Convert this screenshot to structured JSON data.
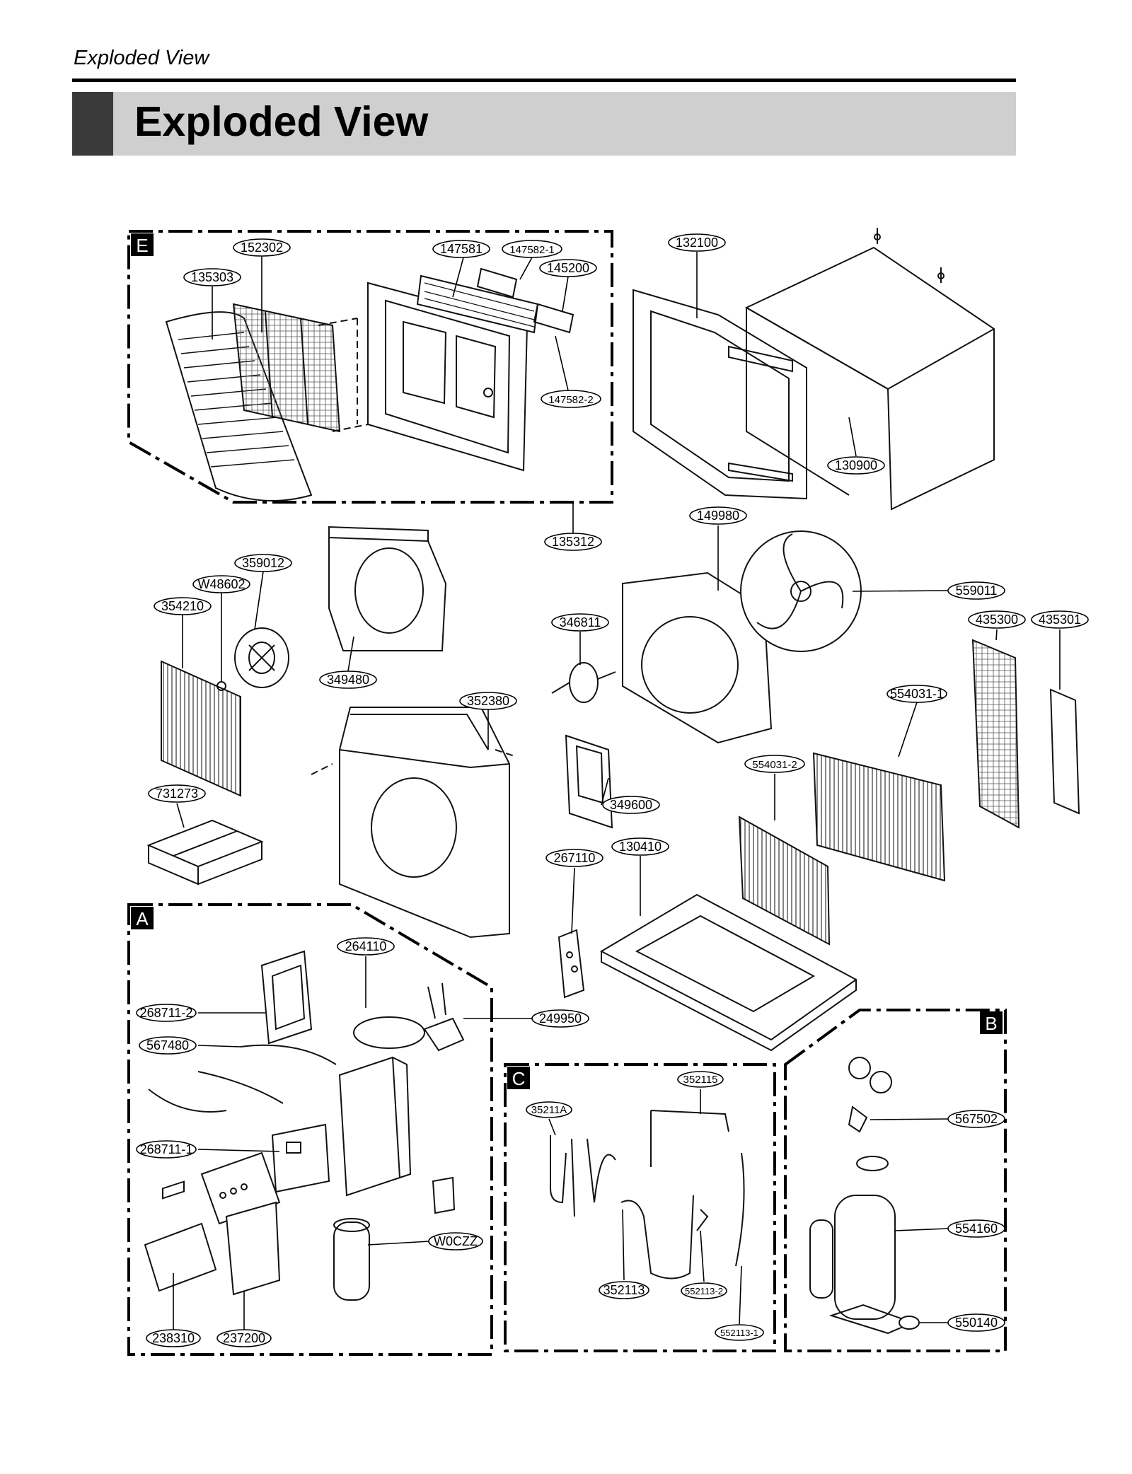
{
  "running_head": "Exploded View",
  "page_title": "Exploded View",
  "sections": {
    "E": "E",
    "A": "A",
    "B": "B",
    "C": "C"
  },
  "callouts": [
    {
      "id": "152302",
      "text": "152302"
    },
    {
      "id": "135303",
      "text": "135303"
    },
    {
      "id": "147581",
      "text": "147581"
    },
    {
      "id": "147582-1",
      "text": "147582-1"
    },
    {
      "id": "145200",
      "text": "145200"
    },
    {
      "id": "147582-2",
      "text": "147582-2"
    },
    {
      "id": "132100",
      "text": "132100"
    },
    {
      "id": "130900",
      "text": "130900"
    },
    {
      "id": "135312",
      "text": "135312"
    },
    {
      "id": "149980",
      "text": "149980"
    },
    {
      "id": "359012",
      "text": "359012"
    },
    {
      "id": "W48602",
      "text": "W48602"
    },
    {
      "id": "354210",
      "text": "354210"
    },
    {
      "id": "349480",
      "text": "349480"
    },
    {
      "id": "346811",
      "text": "346811"
    },
    {
      "id": "559011",
      "text": "559011"
    },
    {
      "id": "435300",
      "text": "435300"
    },
    {
      "id": "435301",
      "text": "435301"
    },
    {
      "id": "352380",
      "text": "352380"
    },
    {
      "id": "554031-1",
      "text": "554031-1"
    },
    {
      "id": "554031-2",
      "text": "554031-2"
    },
    {
      "id": "349600",
      "text": "349600"
    },
    {
      "id": "731273",
      "text": "731273"
    },
    {
      "id": "267110",
      "text": "267110"
    },
    {
      "id": "130410",
      "text": "130410"
    },
    {
      "id": "264110",
      "text": "264110"
    },
    {
      "id": "268711-2",
      "text": "268711-2"
    },
    {
      "id": "249950",
      "text": "249950"
    },
    {
      "id": "567480",
      "text": "567480"
    },
    {
      "id": "352115",
      "text": "352115"
    },
    {
      "id": "35211A",
      "text": "35211A"
    },
    {
      "id": "567502",
      "text": "567502"
    },
    {
      "id": "268711-1",
      "text": "268711-1"
    },
    {
      "id": "W0CZZ",
      "text": "W0CZZ"
    },
    {
      "id": "554160",
      "text": "554160"
    },
    {
      "id": "352113",
      "text": "352113"
    },
    {
      "id": "552113-2",
      "text": "552113-2"
    },
    {
      "id": "550140",
      "text": "550140"
    },
    {
      "id": "552113-1",
      "text": "552113-1"
    },
    {
      "id": "238310",
      "text": "238310"
    },
    {
      "id": "237200",
      "text": "237200"
    }
  ]
}
